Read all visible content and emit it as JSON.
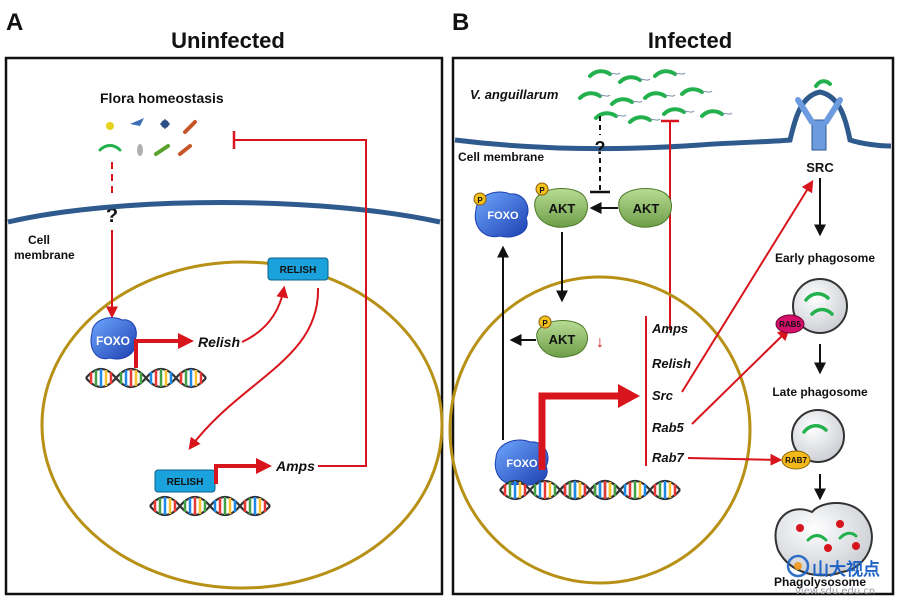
{
  "panelA": {
    "letter": "A",
    "title": "Uninfected",
    "flora_label": "Flora homeostasis",
    "question": "?",
    "membrane_label_1": "Cell",
    "membrane_label_2": "membrane",
    "foxo": "FOXO",
    "relish_gene": "Relish",
    "relish_protein_top": "RELISH",
    "relish_protein_bottom": "RELISH",
    "amps_gene": "Amps"
  },
  "panelB": {
    "letter": "B",
    "title": "Infected",
    "pathogen_label": "V. anguillarum",
    "membrane_label": "Cell membrane",
    "question": "?",
    "p_mark": "P",
    "foxo": "FOXO",
    "akt": "AKT",
    "src_protein": "SRC",
    "genes": [
      "Amps",
      "Relish",
      "Src",
      "Rab5",
      "Rab7"
    ],
    "early_phagosome": "Early phagosome",
    "late_phagosome": "Late phagosome",
    "rab5": "RAB5",
    "rab7": "RAB7",
    "phagolysosome": "Phagolysosome",
    "down_arrow": "↓"
  },
  "watermark": {
    "cn": "山大视点",
    "url": "view.sdu.edu.cn"
  },
  "colors": {
    "arrow_red": "#d8141c",
    "membrane_blue": "#2e5a8e",
    "cell_gold": "#b79016",
    "relish_box": "#1aa2dc",
    "akt_green": "#8fbf6a",
    "rab5_pink": "#d4106a",
    "rab7_yellow": "#f4b81a",
    "bacteria_green": "#22b14c"
  }
}
